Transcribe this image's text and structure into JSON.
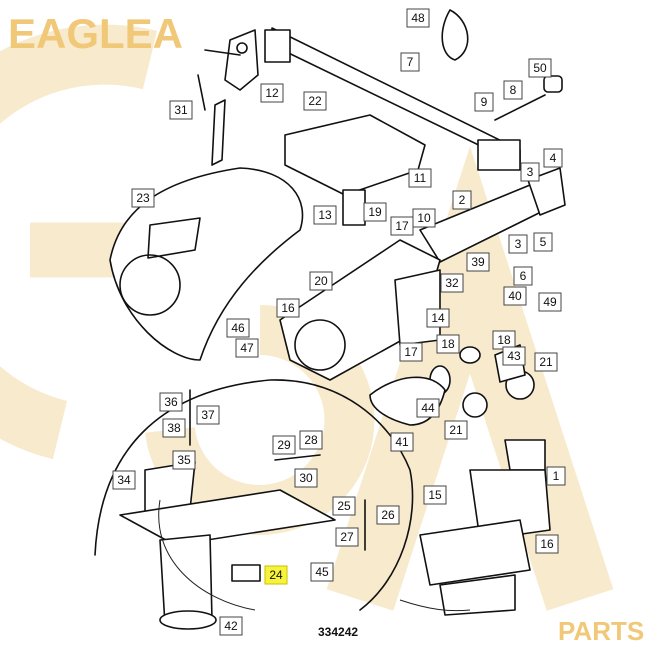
{
  "drawing_number": "334242",
  "watermark": {
    "line1": "EAGLEA",
    "line2": "PARTS"
  },
  "highlight_color": "#f6f33a",
  "callouts": [
    "48",
    "7",
    "50",
    "8",
    "9",
    "12",
    "31",
    "22",
    "11",
    "3",
    "4",
    "10",
    "2",
    "23",
    "13",
    "19",
    "17",
    "5",
    "3",
    "39",
    "6",
    "20",
    "32",
    "40",
    "49",
    "16",
    "46",
    "47",
    "14",
    "17",
    "18",
    "18",
    "43",
    "21",
    "36",
    "37",
    "38",
    "44",
    "21",
    "41",
    "29",
    "28",
    "35",
    "34",
    "30",
    "1",
    "15",
    "25",
    "26",
    "16",
    "27",
    "24",
    "45",
    "42"
  ],
  "highlighted_callout": "24"
}
